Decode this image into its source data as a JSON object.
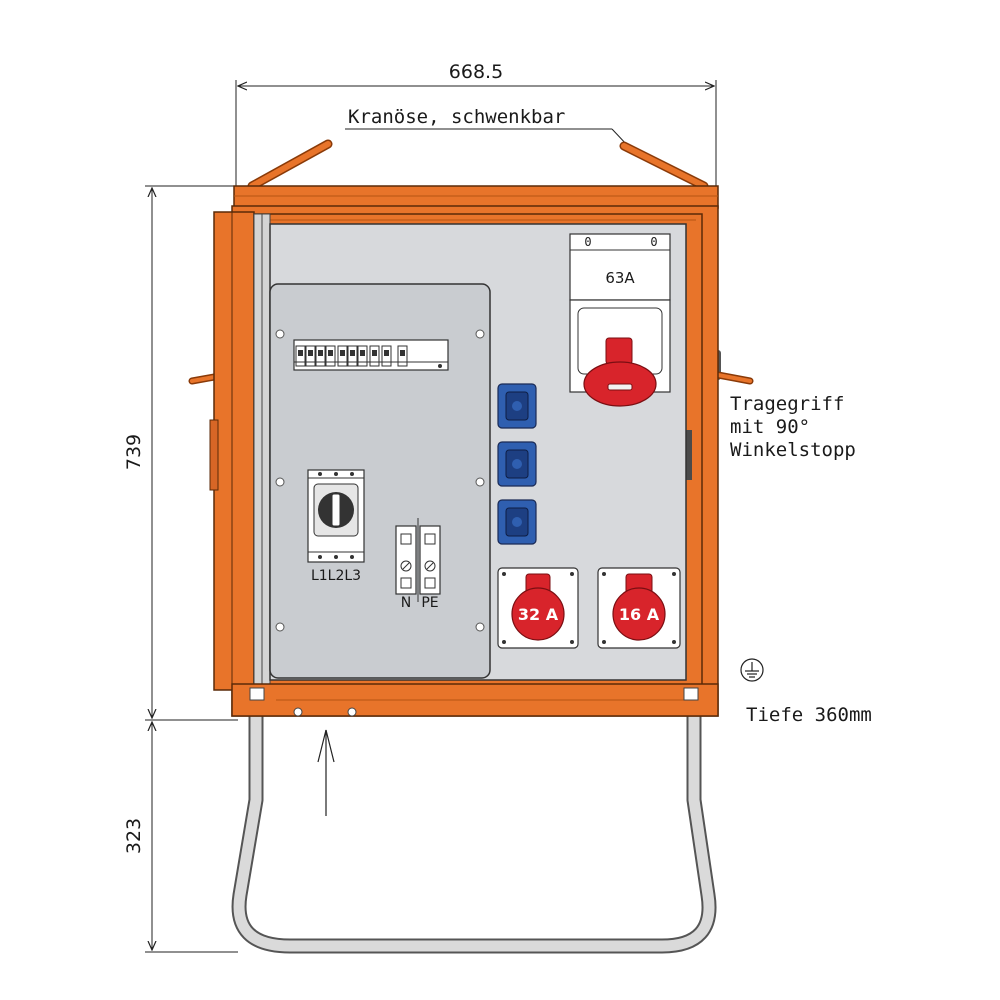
{
  "dimensions": {
    "width": "668.5",
    "height_cabinet": "739",
    "height_stand": "323"
  },
  "labels": {
    "crane_eye": "Kranöse, schwenkbar",
    "handle_line1": "Tragegriff",
    "handle_line2": "mit 90°",
    "handle_line3": "Winkelstopp",
    "depth": "Tiefe 360mm"
  },
  "outlets": {
    "main_63": "63A",
    "main_63_mark_left": "0",
    "main_63_mark_right": "0",
    "cee_32": "32 A",
    "cee_16": "16 A"
  },
  "switches": {
    "main_switch_label": "L1L2L3",
    "n_label": "N",
    "pe_label": "PE"
  },
  "colors": {
    "cabinet_orange": "#e8742a",
    "cabinet_dark": "#c85a14",
    "panel_gray": "#d7d9dc",
    "plate_gray": "#c9ccd0",
    "socket_blue": "#2f5fb0",
    "cee_red": "#d8242b",
    "stand_gray": "#d9d9d9"
  },
  "icons": {
    "earth": "ground-symbol-icon",
    "arrow": "up-arrow-icon"
  }
}
